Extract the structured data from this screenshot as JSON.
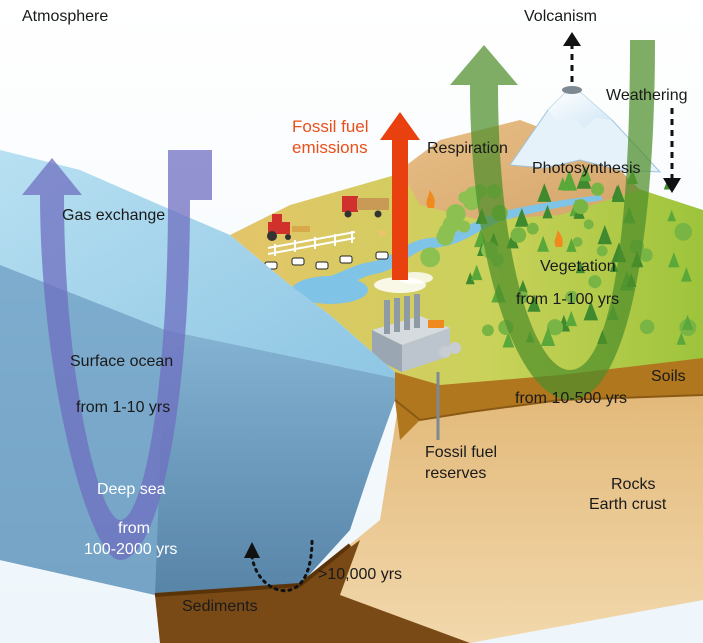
{
  "labels": {
    "atmosphere": "Atmosphere",
    "volcanism": "Volcanism",
    "weathering": "Weathering",
    "fossil_fuel_emissions_1": "Fossil fuel",
    "fossil_fuel_emissions_2": "emissions",
    "respiration": "Respiration",
    "photosynthesis": "Photosynthesis",
    "gas_exchange": "Gas exchange",
    "vegetation": "Vegetation",
    "vegetation_time": "from 1-100 yrs",
    "surface_ocean": "Surface ocean",
    "surface_ocean_time": "from 1-10 yrs",
    "soils": "Soils",
    "soils_time": "from 10-500 yrs",
    "fossil_fuel_reserves_1": "Fossil fuel",
    "fossil_fuel_reserves_2": "reserves",
    "deep_sea": "Deep sea",
    "deep_sea_time_1": "from",
    "deep_sea_time_2": "100-2000 yrs",
    "rocks_1": "Rocks",
    "rocks_2": "Earth crust",
    "sediments": "Sediments",
    "sediments_time": ">10,000 yrs"
  },
  "colors": {
    "ocean_arrow": "#6f6fc0",
    "land_arrow": "#5e9a3a",
    "emission_arrow": "#e8400e",
    "emission_text": "#e8501c",
    "ocean_surface": "#9fd2ea",
    "deep_water": "#5f8fb3",
    "soil": "#a8701c",
    "rock": "#e9c48e"
  }
}
